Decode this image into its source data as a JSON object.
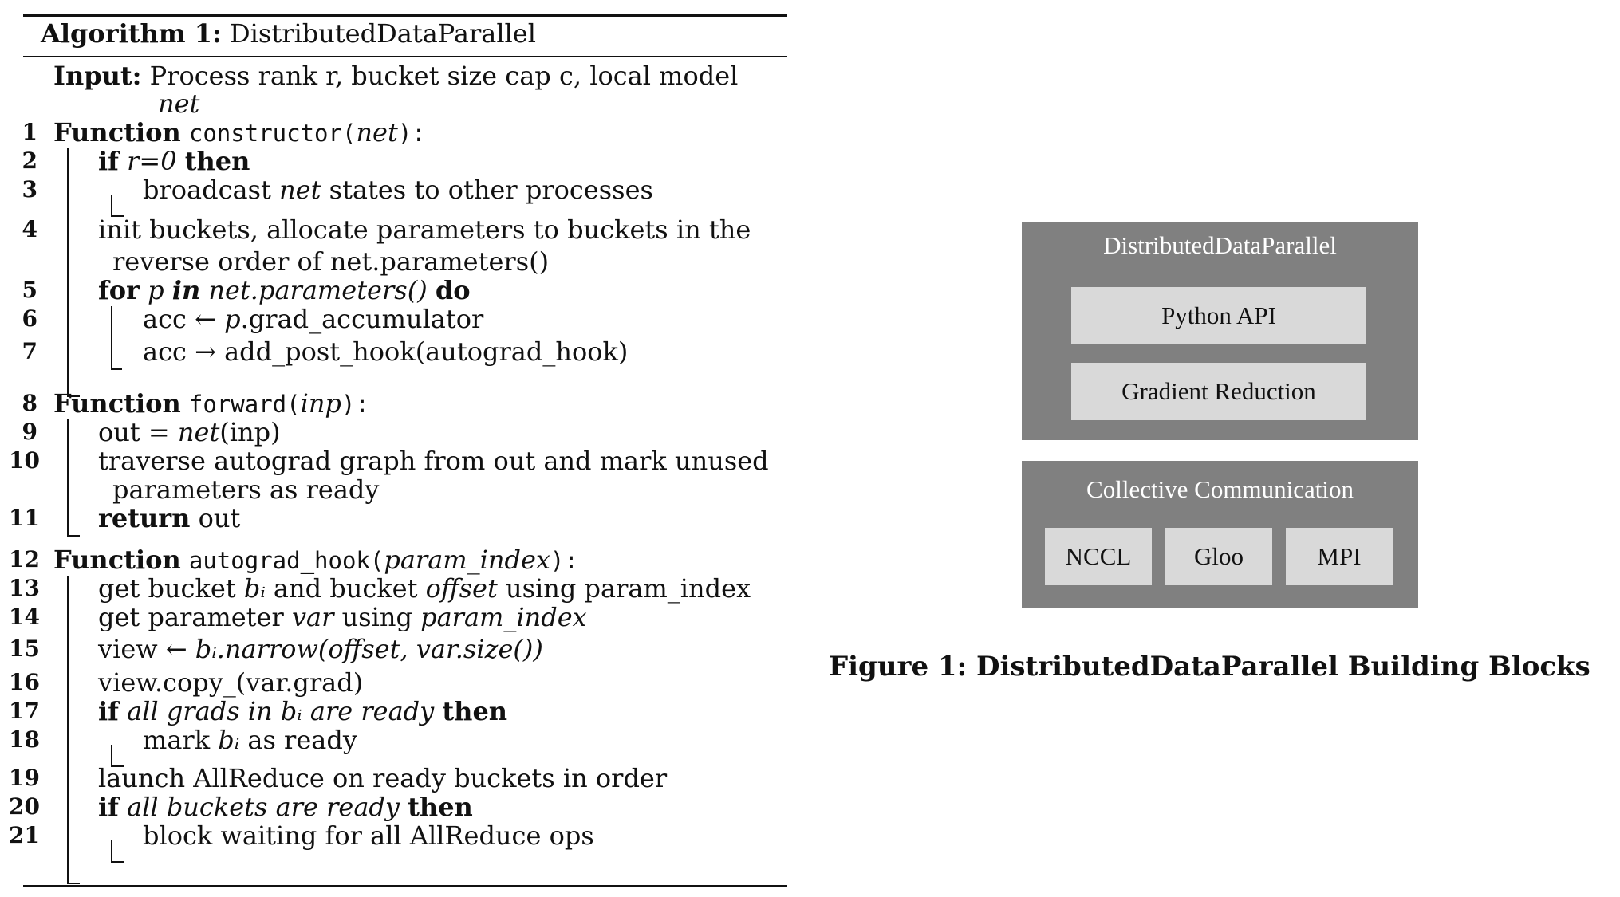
{
  "algorithm": {
    "title_label": "Algorithm 1:",
    "title_name": "DistributedDataParallel",
    "input_label": "Input:",
    "input_text": "Process rank r, bucket size cap c, local model",
    "input_text2": "net",
    "lines": [
      {
        "num": "1",
        "kw1": "Function",
        "code": "constructor(",
        "arg": "net",
        "tail": "):"
      },
      {
        "num": "2",
        "kw1": "if",
        "cond": "r=0",
        "kw2": "then"
      },
      {
        "num": "3",
        "pre": "broadcast",
        "it": "net",
        "post": "states to other processes"
      },
      {
        "num": "4",
        "text": "init buckets, allocate parameters to buckets in the",
        "text2": "reverse order of net.parameters()"
      },
      {
        "num": "5",
        "kw1": "for",
        "var": "p",
        "kw_in": "in",
        "expr": "net.parameters()",
        "kw2": "do"
      },
      {
        "num": "6",
        "pre": "acc ← ",
        "it": "p",
        "post": ".grad_accumulator"
      },
      {
        "num": "7",
        "text": "acc → add_post_hook(autograd_hook)"
      },
      {
        "num": "8",
        "kw1": "Function",
        "code": "forward(",
        "arg": "inp",
        "tail": "):"
      },
      {
        "num": "9",
        "pre": "out = ",
        "it": "net",
        "post": "(inp)"
      },
      {
        "num": "10",
        "text": "traverse autograd graph from out and mark unused",
        "text2": "parameters as ready"
      },
      {
        "num": "11",
        "kw1": "return",
        "post": "out"
      },
      {
        "num": "12",
        "kw1": "Function",
        "code": "autograd_hook(",
        "arg": "param_index",
        "tail": "):"
      },
      {
        "num": "13",
        "pre": "get bucket ",
        "it": "bᵢ",
        "mid": " and bucket ",
        "it2": "offset",
        "post": " using param_index"
      },
      {
        "num": "14",
        "pre": "get parameter ",
        "it": "var",
        "mid": " using ",
        "it2": "param_index"
      },
      {
        "num": "15",
        "pre": "view ← ",
        "it": "bᵢ.narrow(offset, var.size())"
      },
      {
        "num": "16",
        "text": "view.copy_(var.grad)"
      },
      {
        "num": "17",
        "kw1": "if",
        "cond": "all grads in bᵢ are ready",
        "kw2": "then"
      },
      {
        "num": "18",
        "pre": "mark ",
        "it": "bᵢ",
        "post": " as ready"
      },
      {
        "num": "19",
        "text": "launch AllReduce on ready buckets in order"
      },
      {
        "num": "20",
        "kw1": "if",
        "cond": "all buckets are ready",
        "kw2": "then"
      },
      {
        "num": "21",
        "text": "block waiting for all AllReduce ops"
      }
    ]
  },
  "figure": {
    "top_box_title": "DistributedDataParallel",
    "python_api": "Python API",
    "gradient_reduction": "Gradient Reduction",
    "bottom_box_title": "Collective Communication",
    "nccl": "NCCL",
    "gloo": "Gloo",
    "mpi": "MPI",
    "caption": "Figure 1: DistributedDataParallel Building Blocks",
    "colors": {
      "outer_box": "#808080",
      "inner_box": "#d9d9d9",
      "outer_text": "#ffffff"
    }
  }
}
